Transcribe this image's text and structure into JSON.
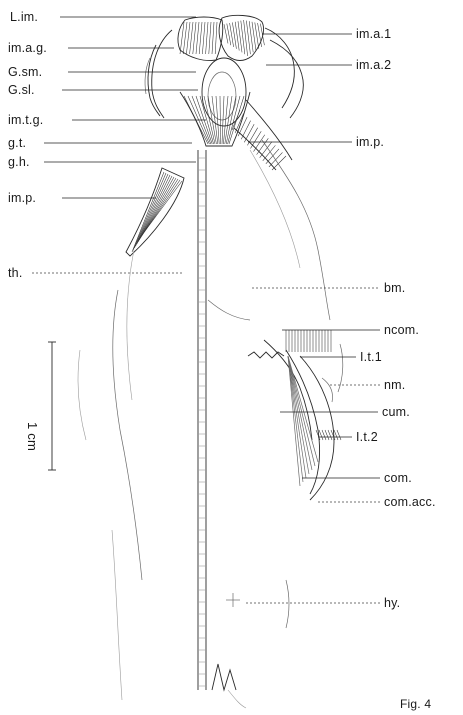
{
  "labels_left": [
    {
      "id": "l-im",
      "text": "L.im."
    },
    {
      "id": "im-a-g",
      "text": "im.a.g."
    },
    {
      "id": "g-sm",
      "text": "G.sm."
    },
    {
      "id": "g-sl",
      "text": "G.sl."
    },
    {
      "id": "im-t-g",
      "text": "im.t.g."
    },
    {
      "id": "g-t",
      "text": "g.t."
    },
    {
      "id": "g-h",
      "text": "g.h."
    },
    {
      "id": "im-p-left",
      "text": "im.p."
    },
    {
      "id": "th",
      "text": "th."
    }
  ],
  "labels_right": [
    {
      "id": "im-a-1",
      "text": "im.a.1"
    },
    {
      "id": "im-a-2",
      "text": "im.a.2"
    },
    {
      "id": "im-p-right",
      "text": "im.p."
    },
    {
      "id": "bm",
      "text": "bm."
    },
    {
      "id": "ncom",
      "text": "ncom."
    },
    {
      "id": "l-t-1",
      "text": "I.t.1"
    },
    {
      "id": "nm",
      "text": "nm."
    },
    {
      "id": "cum",
      "text": "cum."
    },
    {
      "id": "l-t-2",
      "text": "I.t.2"
    },
    {
      "id": "com",
      "text": "com."
    },
    {
      "id": "com-acc",
      "text": "com.acc."
    },
    {
      "id": "hy",
      "text": "hy."
    }
  ],
  "scale_bar": {
    "label": "1 cm"
  },
  "figure": {
    "caption": "Fig. 4"
  }
}
